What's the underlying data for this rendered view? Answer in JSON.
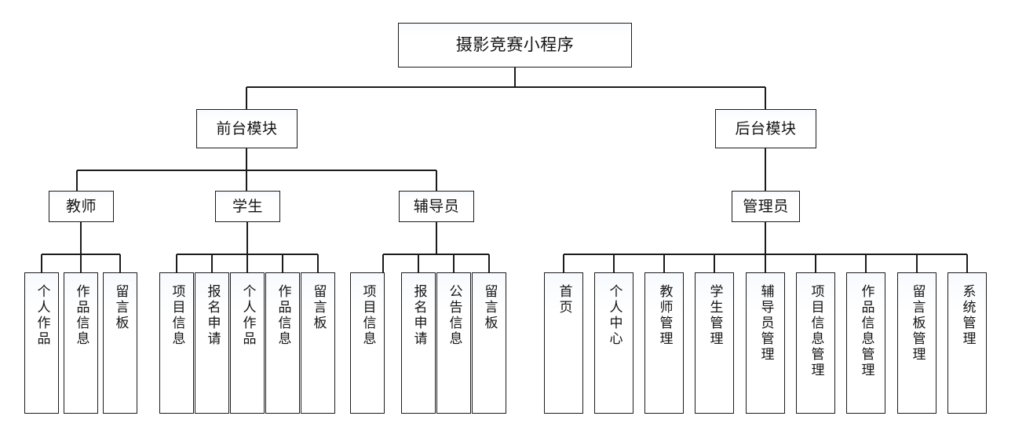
{
  "diagram": {
    "type": "hierarchy-tree",
    "title": "摄影竞赛小程序",
    "orientation": "top-down",
    "colors": {
      "node_border": "#1b1b1b",
      "node_fill": "#ffffff",
      "connector": "#1b1b1b",
      "text": "#141414",
      "background": "#ffffff"
    },
    "levels": [
      {
        "level": 1,
        "count": 1
      },
      {
        "level": 2,
        "count": 2
      },
      {
        "level": 3,
        "count": 4
      },
      {
        "level": 4,
        "count": 21
      }
    ],
    "nodes": {
      "root": {
        "label": "摄影竞赛小程序"
      },
      "frontend": {
        "label": "前台模块"
      },
      "backend": {
        "label": "后台模块"
      },
      "teacher": {
        "label": "教师"
      },
      "student": {
        "label": "学生"
      },
      "counselor": {
        "label": "辅导员"
      },
      "admin": {
        "label": "管理员"
      }
    },
    "teacher_children": [
      {
        "label": "个人作品"
      },
      {
        "label": "作品信息"
      },
      {
        "label": "留言板"
      }
    ],
    "student_children": [
      {
        "label": "项目信息"
      },
      {
        "label": "报名申请"
      },
      {
        "label": "个人作品"
      },
      {
        "label": "作品信息"
      },
      {
        "label": "留言板"
      }
    ],
    "counselor_children": [
      {
        "label": "项目信息"
      },
      {
        "label": "报名申请"
      },
      {
        "label": "公告信息"
      },
      {
        "label": "留言板"
      }
    ],
    "admin_children": [
      {
        "label": "首页"
      },
      {
        "label": "个人中心"
      },
      {
        "label": "教师管理"
      },
      {
        "label": "学生管理"
      },
      {
        "label": "辅导员管理"
      },
      {
        "label": "项目信息管理"
      },
      {
        "label": "作品信息管理"
      },
      {
        "label": "留言板管理"
      },
      {
        "label": "系统管理"
      }
    ]
  }
}
